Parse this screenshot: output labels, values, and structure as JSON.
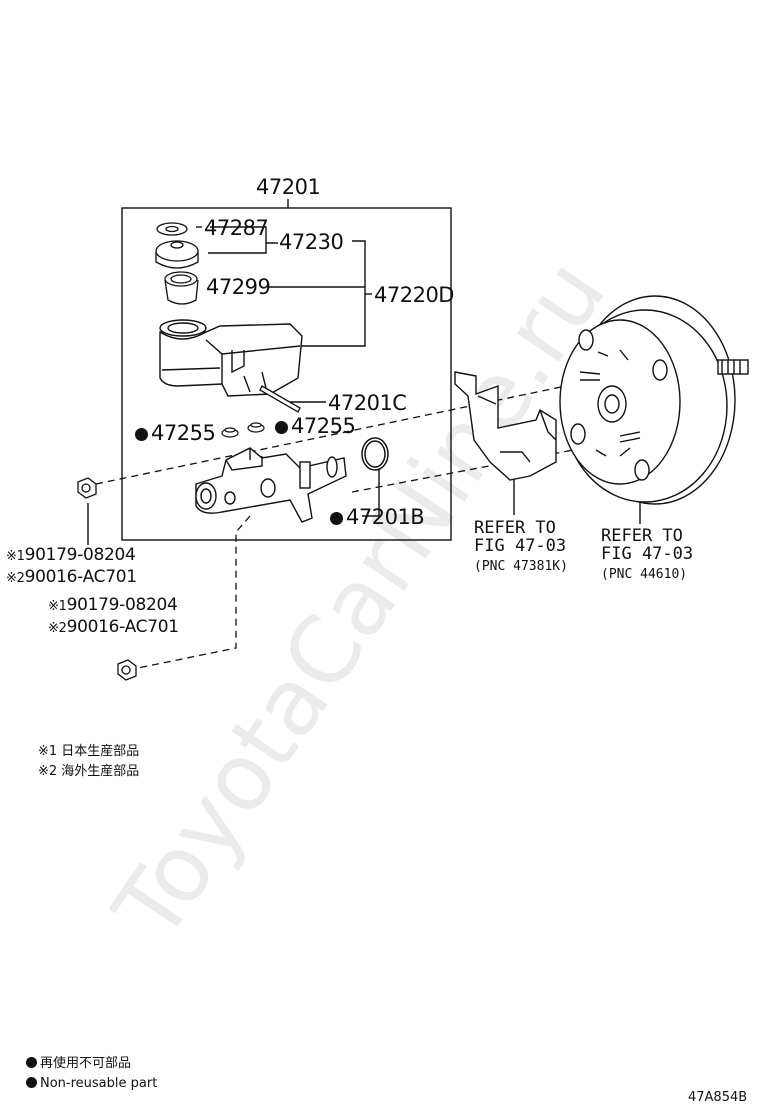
{
  "watermark": "ToyotaCarNine.ru",
  "parts": {
    "assy": "47201",
    "gasket": "47287",
    "cap": "47230",
    "strainer": "47299",
    "reservoir": "47220D",
    "pin": "47201C",
    "grommet_left": "47255",
    "grommet_right": "47255",
    "oring": "47201B"
  },
  "refs": {
    "bracket": {
      "line1": "REFER TO",
      "line2": "FIG 47-03",
      "pnc": "(PNC 47381K)"
    },
    "booster": {
      "line1": "REFER TO",
      "line2": "FIG 47-03",
      "pnc": "(PNC 44610)"
    }
  },
  "nuts": {
    "upper": {
      "m1": "※1",
      "c1": "90179-08204",
      "m2": "※2",
      "c2": "90016-AC701"
    },
    "lower": {
      "m1": "※1",
      "c1": "90179-08204",
      "m2": "※2",
      "c2": "90016-AC701"
    }
  },
  "notes": {
    "n1": "※1 日本生産部品",
    "n2": "※2 海外生産部品"
  },
  "legend": {
    "l1": "再使用不可部品",
    "l2": "Non-reusable part"
  },
  "figure_code": "47A854B"
}
